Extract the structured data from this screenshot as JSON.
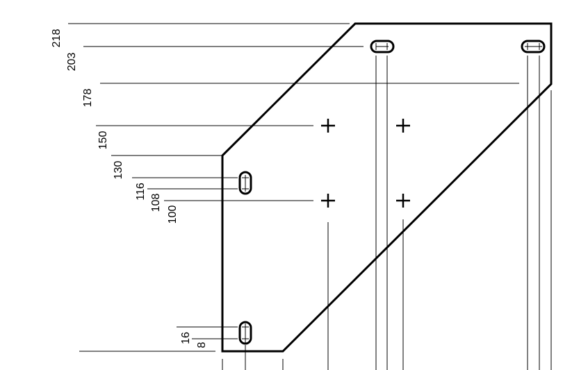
{
  "drawing": {
    "outline_color": "#000000",
    "background": "#ffffff",
    "dimension_labels": {
      "d218": "218",
      "d203": "203",
      "d178": "178",
      "d150": "150",
      "d130": "130",
      "d116": "116",
      "d108": "108",
      "d100": "100",
      "d16": "16",
      "d8": "8"
    }
  }
}
